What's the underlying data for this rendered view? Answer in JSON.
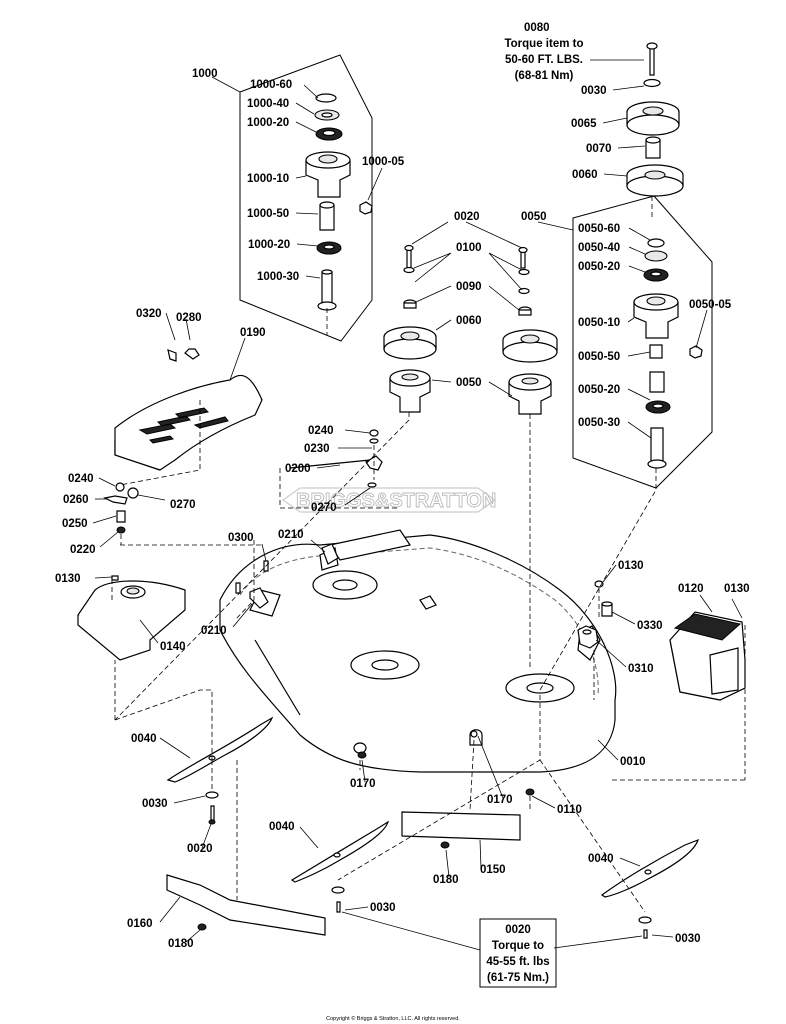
{
  "labels": {
    "l0080": "0080",
    "l1000": "1000",
    "l1000_60": "1000-60",
    "l1000_40": "1000-40",
    "l1000_20a": "1000-20",
    "l1000_05": "1000-05",
    "l1000_10": "1000-10",
    "l1000_50": "1000-50",
    "l1000_20b": "1000-20",
    "l1000_30": "1000-30",
    "l0030_top": "0030",
    "l0065": "0065",
    "l0070": "0070",
    "l0060_right": "0060",
    "l0020_top": "0020",
    "l0050_top": "0050",
    "l0100": "0100",
    "l0090": "0090",
    "l0060_mid": "0060",
    "l0050_mid": "0050",
    "l0050_60": "0050-60",
    "l0050_40": "0050-40",
    "l0050_20a": "0050-20",
    "l0050_05": "0050-05",
    "l0050_10": "0050-10",
    "l0050_50": "0050-50",
    "l0050_20b": "0050-20",
    "l0050_30": "0050-30",
    "l0320": "0320",
    "l0280": "0280",
    "l0190": "0190",
    "l0240_mid": "0240",
    "l0230": "0230",
    "l0200": "0200",
    "l0270_mid": "0270",
    "l0240_left": "0240",
    "l0260": "0260",
    "l0270_left": "0270",
    "l0250": "0250",
    "l0220": "0220",
    "l0300": "0300",
    "l0210_top": "0210",
    "l0130_left": "0130",
    "l0140": "0140",
    "l0210_left": "0210",
    "l0130_mid": "0130",
    "l0120": "0120",
    "l0130_right": "0130",
    "l0330": "0330",
    "l0310": "0310",
    "l0040_left": "0040",
    "l0170_left": "0170",
    "l0010": "0010",
    "l0030_left": "0030",
    "l0170_mid": "0170",
    "l0110": "0110",
    "l0020_left": "0020",
    "l0040_mid": "0040",
    "l0150": "0150",
    "l0180_mid": "0180",
    "l0040_right": "0040",
    "l0160": "0160",
    "l0030_mid": "0030",
    "l0030_right": "0030",
    "l0180_left": "0180",
    "l0020_box": "0020"
  },
  "notes": {
    "torque_0080": [
      "Torque item to",
      "50-60 FT. LBS.",
      "(68-81 Nm)"
    ],
    "torque_0020": [
      "Torque to",
      "45-55 ft. lbs",
      "(61-75 Nm.)"
    ]
  },
  "watermark": "BRIGGS&STRATTON",
  "footer": {
    "copyright": "Copyright © Briggs & Stratton, LLC. All rights reserved."
  }
}
